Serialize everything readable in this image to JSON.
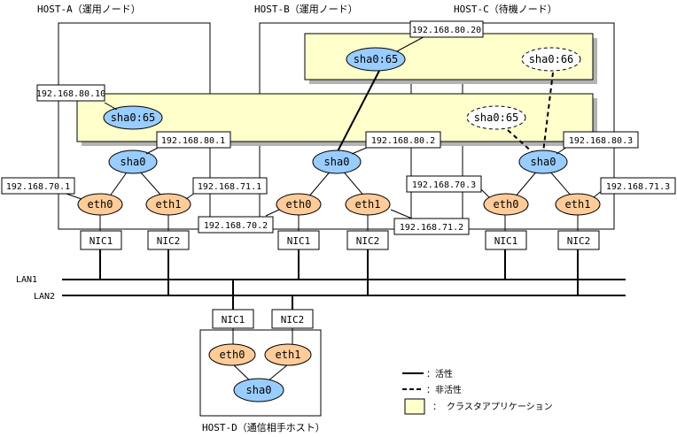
{
  "colors": {
    "cluster_app_fill": "#ffffcc",
    "cluster_app_shadow": "#b3b3b3",
    "sha_fill": "#99ccff",
    "eth_fill": "#ffcc99",
    "line": "#000000",
    "inactive_fill": "#ffffff"
  },
  "hosts": {
    "a": "HOST-A（運用ノード）",
    "b": "HOST-B（運用ノード）",
    "c": "HOST-C（待機ノード）",
    "d": "HOST-D（通信相手ホスト）"
  },
  "nodes": {
    "sha0": "sha0",
    "eth0": "eth0",
    "eth1": "eth1",
    "sha0_65": "sha0:65",
    "sha0_66": "sha0:66"
  },
  "nics": {
    "nic1": "NIC1",
    "nic2": "NIC2"
  },
  "ips": {
    "takeover_a": "192.168.80.10",
    "takeover_b": "192.168.80.20",
    "a_sha0": "192.168.80.1",
    "b_sha0": "192.168.80.2",
    "c_sha0": "192.168.80.3",
    "a_eth0": "192.168.70.1",
    "a_eth1": "192.168.71.1",
    "b_eth0": "192.168.70.2",
    "b_eth1": "192.168.71.2",
    "c_eth0": "192.168.70.3",
    "c_eth1": "192.168.71.3"
  },
  "lans": {
    "lan1": "LAN1",
    "lan2": "LAN2"
  },
  "legend": {
    "active": "：活性",
    "inactive": "：非活性",
    "cluster_app": "： クラスタアプリケーション"
  }
}
